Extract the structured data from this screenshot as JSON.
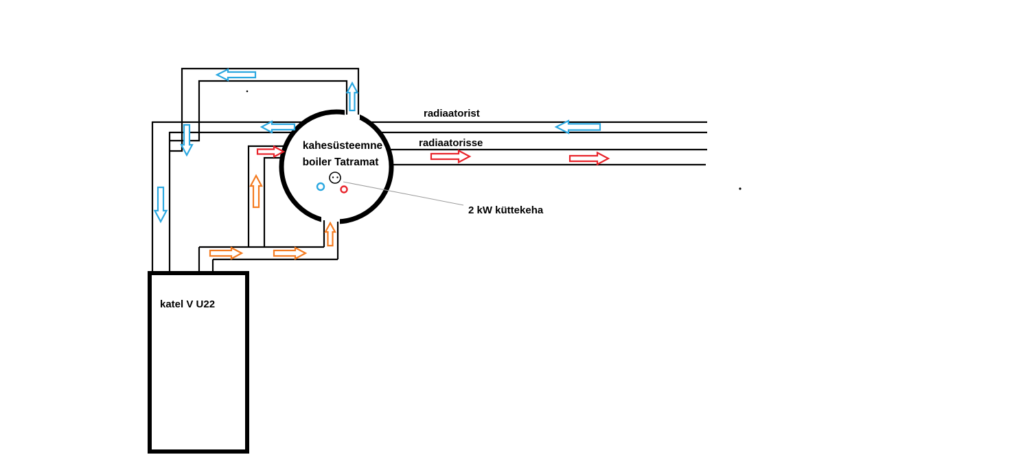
{
  "diagram": {
    "boiler": {
      "label_line1": "kahesüsteemne",
      "label_line2": "boiler Tatramat"
    },
    "pipes": {
      "radiator_return_label": "radiaatorist",
      "radiator_supply_label": "radiaatorisse"
    },
    "heating_element": {
      "label": "2 kW küttekeha"
    },
    "katel": {
      "label": "katel  V U22"
    },
    "colors": {
      "cold": "#2aa7e0",
      "hot": "#e8232a",
      "warm": "#f47b20",
      "pipe": "#000000",
      "leader": "#9a9a9a"
    }
  }
}
